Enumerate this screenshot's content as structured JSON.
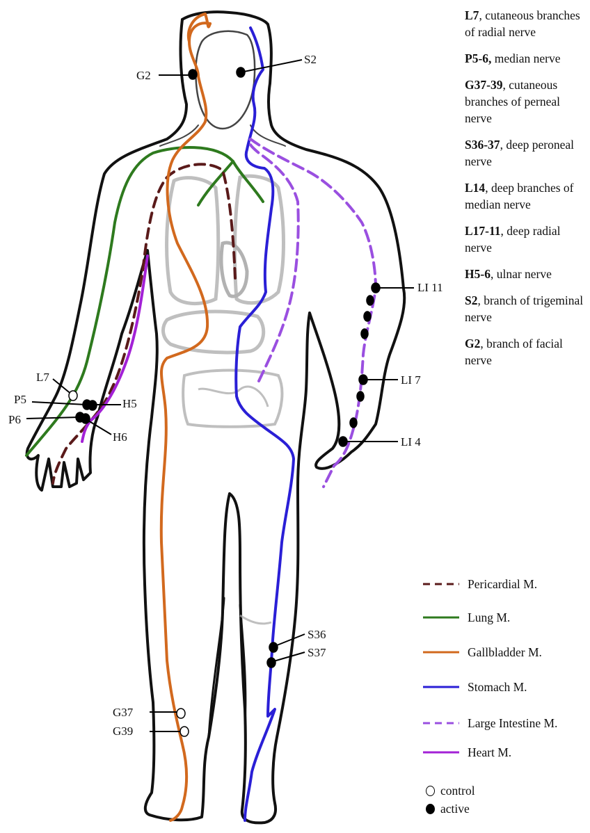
{
  "point_labels": {
    "g2": "G2",
    "s2": "S2",
    "l7": "L7",
    "p5": "P5",
    "p6": "P6",
    "h5": "H5",
    "h6": "H6",
    "li11": "LI 11",
    "li7": "LI 7",
    "li4": "LI 4",
    "s36": "S36",
    "s37": "S37",
    "g37": "G37",
    "g39": "G39"
  },
  "nerves": [
    {
      "code": "L7",
      "text": ", cutaneous branches of radial nerve"
    },
    {
      "code": "P5-6,",
      "text": " median nerve"
    },
    {
      "code": "G37-39",
      "text": ", cutaneous branches of perneal nerve"
    },
    {
      "code": "S36-37",
      "text": ", deep peroneal nerve"
    },
    {
      "code": "L14",
      "text": ", deep branches of median nerve"
    },
    {
      "code": "L17-11",
      "text": ", deep radial nerve"
    },
    {
      "code": "H5-6",
      "text": ", ulnar nerve"
    },
    {
      "code": "S2",
      "text": ", branch of trigeminal nerve"
    },
    {
      "code": "G2",
      "text": ", branch of facial nerve"
    }
  ],
  "legend": {
    "meridians": [
      {
        "label": "Pericardial M.",
        "color": "#5a1a1a",
        "dash": true
      },
      {
        "label": "Lung M.",
        "color": "#2e7a1e",
        "dash": false
      },
      {
        "label": "Gallbladder M.",
        "color": "#d2691e",
        "dash": false
      },
      {
        "label": "Stomach M.",
        "color": "#2a1fd6",
        "dash": false
      },
      {
        "label": "Large Intestine M.",
        "color": "#9a4fe0",
        "dash": true
      },
      {
        "label": "Heart M.",
        "color": "#a321d6",
        "dash": false
      }
    ],
    "control_label": "control",
    "active_label": "active"
  }
}
